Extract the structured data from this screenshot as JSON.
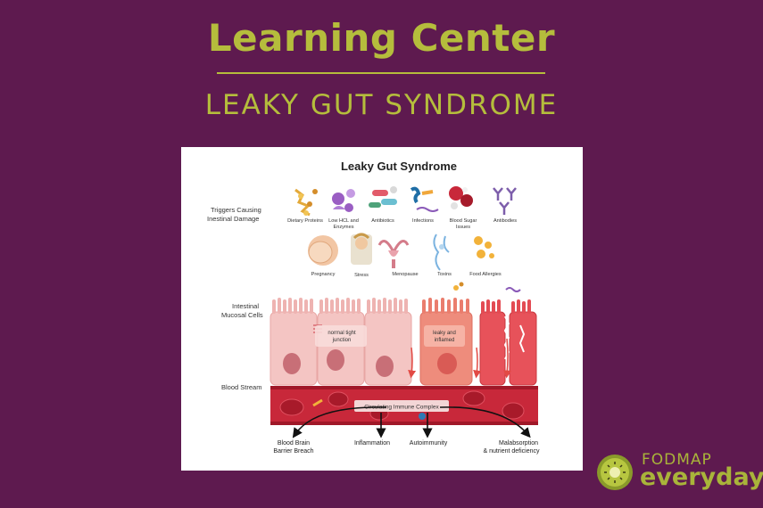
{
  "header": {
    "title": "Learning Center",
    "subtitle": "LEAKY GUT SYNDROME"
  },
  "diagram": {
    "title": "Leaky Gut Syndrome",
    "section_labels": {
      "triggers_line1": "Triggers Causing",
      "triggers_line2": "Inestinal Damage",
      "cells_line1": "Intestinal",
      "cells_line2": "Mucosal Cells",
      "blood": "Blood Stream"
    },
    "triggers_row1": [
      {
        "label": "Dietary Proteins"
      },
      {
        "label": "Low HCL and",
        "label2": "Enzymes"
      },
      {
        "label": "Antibiotics"
      },
      {
        "label": "Infections"
      },
      {
        "label": "Blood Sugar",
        "label2": "Issues"
      },
      {
        "label": "Antibodies"
      }
    ],
    "triggers_row2": [
      {
        "label": "Pregnancy"
      },
      {
        "label": "Stress"
      },
      {
        "label": "Menopause"
      },
      {
        "label": "Toxins"
      },
      {
        "label": "Food Allergies"
      }
    ],
    "cell_labels": {
      "normal_line1": "normal tight",
      "normal_line2": "junction",
      "leaky_line1": "leaky and",
      "leaky_line2": "inflamed"
    },
    "immune_complex": "Circulating Immune Complex",
    "outcomes": [
      {
        "line1": "Blood Brain",
        "line2": "Barrier Breach"
      },
      {
        "line1": "Inflammation",
        "line2": ""
      },
      {
        "line1": "Autoimmunity",
        "line2": ""
      },
      {
        "line1": "Malabsorption",
        "line2": "& nutrient deficiency"
      }
    ]
  },
  "logo": {
    "top": "FODMAP",
    "bottom": "everyday"
  },
  "colors": {
    "background": "#5e1a4f",
    "accent": "#b5bd3c",
    "normal_cell": "#f4c5c3",
    "inflamed_cell": "#ee8c7c",
    "damaged_cell": "#e7525a",
    "blood": "#c8283a"
  }
}
